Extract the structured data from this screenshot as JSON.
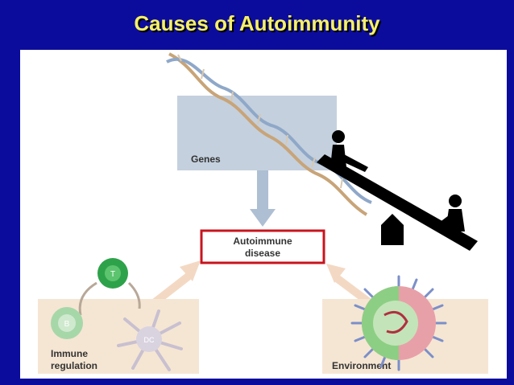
{
  "slide": {
    "title": "Causes of Autoimmunity"
  },
  "diagram": {
    "genes_label": "Genes",
    "disease_label_line1": "Autoimmune",
    "disease_label_line2": "disease",
    "immune_label_line1": "Immune",
    "immune_label_line2": "regulation",
    "environment_label": "Environment",
    "t_cell_label": "T",
    "b_cell_label": "B",
    "dc_cell_label": "DC"
  },
  "colors": {
    "background": "#0c0c9c",
    "title": "#f5f06a",
    "genes_box": "#c4d0de",
    "arrow_blue": "#aebfd3",
    "arrow_peach": "#f3d9c3",
    "side_box": "#f5e6d3",
    "disease_border": "#c8141e",
    "t_cell": "#2ea24a",
    "seesaw": "#000000"
  },
  "icons": [
    "dna-helix-icon",
    "seesaw-icon",
    "person-icon",
    "t-cell-icon",
    "b-cell-icon",
    "dendritic-cell-icon",
    "virus-icon"
  ]
}
